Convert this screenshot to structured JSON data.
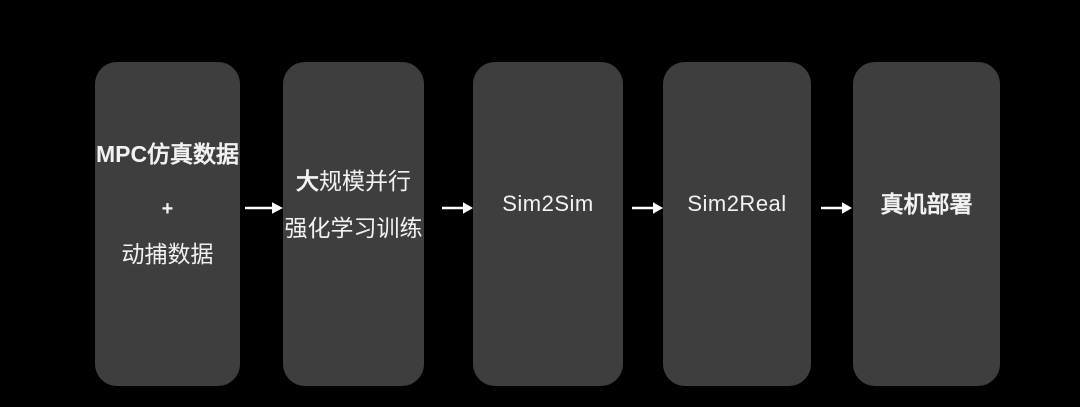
{
  "colors": {
    "background": "#000000",
    "node_background": "#3e3e3e",
    "text": "#f2f2f2",
    "arrow": "#ffffff"
  },
  "nodes": [
    {
      "id": "mpc-mocap-data",
      "lines": [
        "MPC仿真数据",
        "+",
        "动捕数据"
      ]
    },
    {
      "id": "parallel-rl-training",
      "lines": [
        "大规模并行",
        "强化学习训练"
      ]
    },
    {
      "id": "sim2sim",
      "lines": [
        "Sim2Sim"
      ]
    },
    {
      "id": "sim2real",
      "lines": [
        "Sim2Real"
      ]
    },
    {
      "id": "real-robot-deployment",
      "lines": [
        "真机部署"
      ]
    }
  ],
  "connections": [
    {
      "from": "mpc-mocap-data",
      "to": "parallel-rl-training"
    },
    {
      "from": "parallel-rl-training",
      "to": "sim2sim"
    },
    {
      "from": "sim2sim",
      "to": "sim2real"
    },
    {
      "from": "sim2real",
      "to": "real-robot-deployment"
    }
  ]
}
